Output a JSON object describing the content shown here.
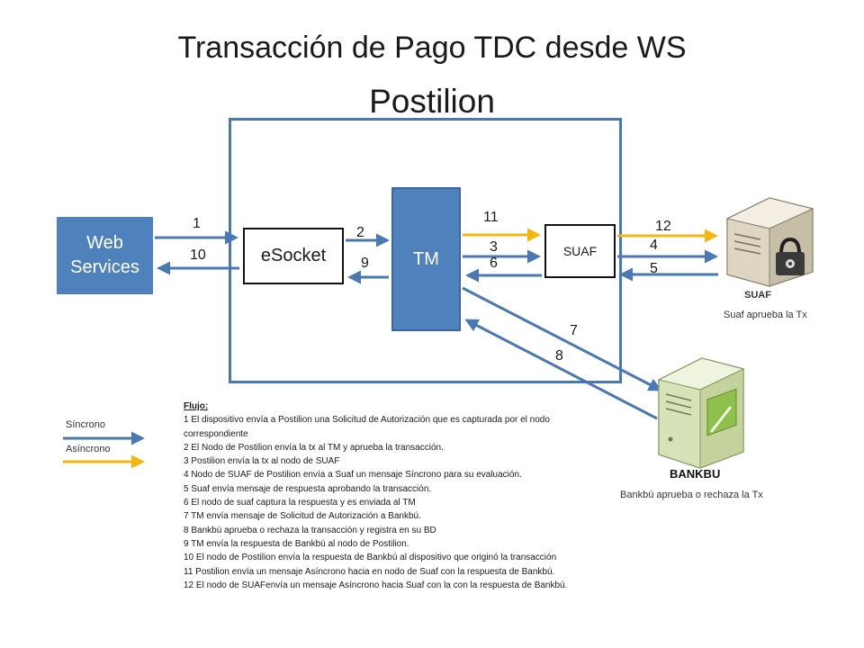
{
  "title_line1": "Transacción de Pago TDC desde WS",
  "title_line2": "Postilion",
  "nodes": {
    "web_services": "Web Services",
    "esocket": "eSocket",
    "tm": "TM",
    "suaf": "SUAF"
  },
  "arrow_numbers": [
    "1",
    "10",
    "2",
    "9",
    "11",
    "3",
    "6",
    "12",
    "4",
    "5",
    "7",
    "8"
  ],
  "servers": {
    "suaf_name": "SUAF",
    "suaf_caption": "Suaf aprueba la Tx",
    "bankbu_name": "BANKBU",
    "bankbu_caption": "Bankbú aprueba o rechaza la Tx"
  },
  "legend": {
    "sync": "Síncrono",
    "async": "Asíncrono"
  },
  "colors": {
    "sync": "#4a78b0",
    "async": "#f5b50f",
    "node_fill": "#4f81bd"
  },
  "notes": {
    "header": "Flujo:",
    "lines": [
      "1 El dispositivo envía a Postilion una Solicitud de Autorización que es capturada por el nodo correspondiente",
      "2 El Nodo de Postilion envía la tx al TM y aprueba la transacción.",
      "3 Postilion envía la tx al nodo de SUAF",
      "4 Nodo de SUAF de Postilion envía a Suaf un mensaje Síncrono para su evaluación.",
      "5 Suaf envía mensaje de respuesta aprobando la transacción.",
      "6 El nodo de suaf captura la respuesta y es enviada al TM",
      "7 TM envía  mensaje de Solicitud de Autorización a Bankbú.",
      "8 Bankbú aprueba o rechaza la transacción y registra en su BD",
      "9 TM envía la respuesta  de Bankbú al nodo de Postilion.",
      "10 El nodo de Postilion envía la respuesta  de Bankbú al dispositivo que originó la transacción",
      "11 Postilion envía un mensaje Asíncrono hacia en nodo de Suaf con la respuesta de Bankbú.",
      "12 El nodo de SUAFenvía un mensaje Asíncrono hacia Suaf con la con la respuesta de Bankbú."
    ]
  }
}
